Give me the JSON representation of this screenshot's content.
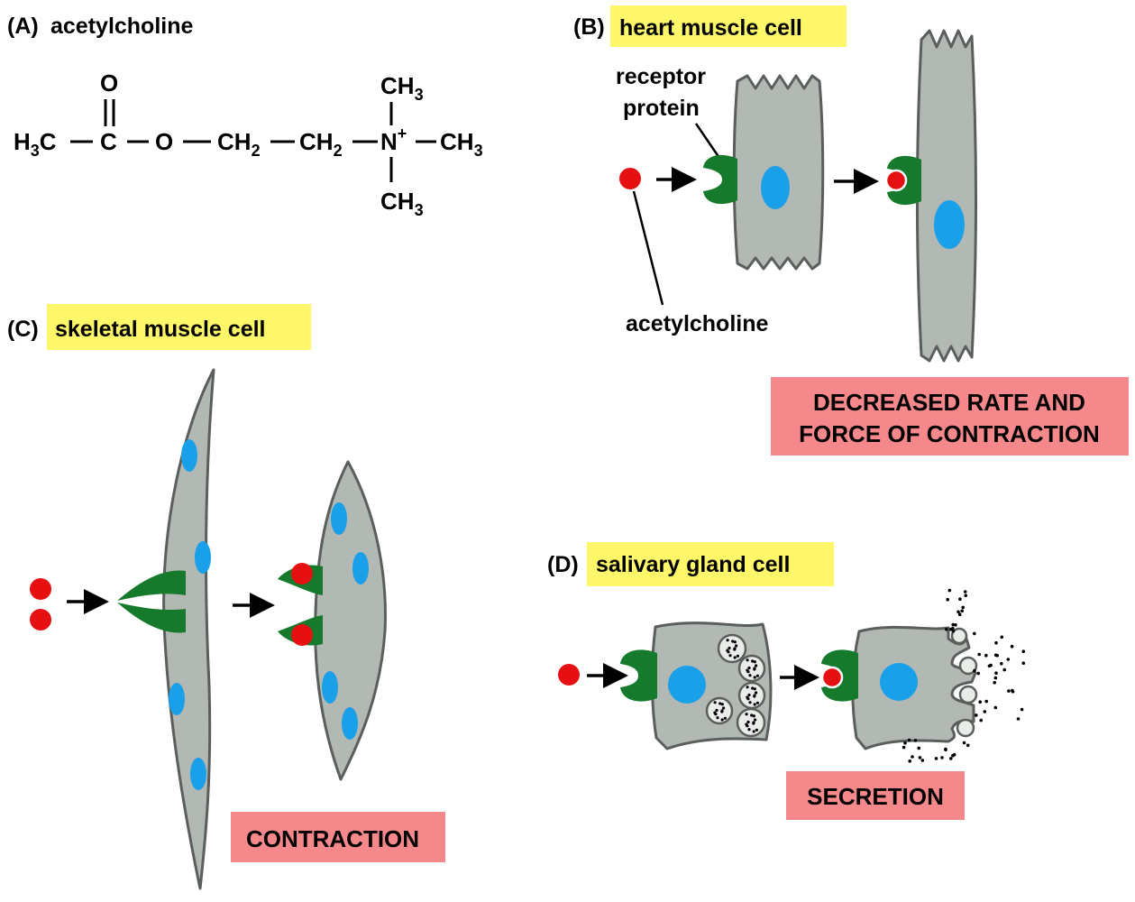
{
  "panels": {
    "a": {
      "letter": "(A)",
      "title": "acetylcholine",
      "formula": {
        "o_top": "O",
        "h3c": "H",
        "h3c_sub": "3",
        "h3c_c": "C",
        "c": "C",
        "o": "O",
        "ch2_1": "CH",
        "ch2_1_sub": "2",
        "ch2_2": "CH",
        "ch2_2_sub": "2",
        "n": "N",
        "n_charge": "+",
        "ch3_top": "CH",
        "ch3_top_sub": "3",
        "ch3_right": "CH",
        "ch3_right_sub": "3",
        "ch3_bottom": "CH",
        "ch3_bottom_sub": "3"
      }
    },
    "b": {
      "letter": "(B)",
      "title": "heart muscle cell",
      "receptor_label_1": "receptor",
      "receptor_label_2": "protein",
      "ach_label": "acetylcholine",
      "result_line_1": "DECREASED RATE AND",
      "result_line_2": "FORCE OF CONTRACTION"
    },
    "c": {
      "letter": "(C)",
      "title": "skeletal muscle cell",
      "result": "CONTRACTION"
    },
    "d": {
      "letter": "(D)",
      "title": "salivary gland cell",
      "result": "SECRETION"
    }
  },
  "colors": {
    "title_highlight": "#fff76a",
    "result_box": "#f4888a",
    "cell_fill": "#b2b8b3",
    "nucleus": "#1aa0e8",
    "receptor": "#157a2c",
    "acetylcholine": "#e60f12"
  }
}
